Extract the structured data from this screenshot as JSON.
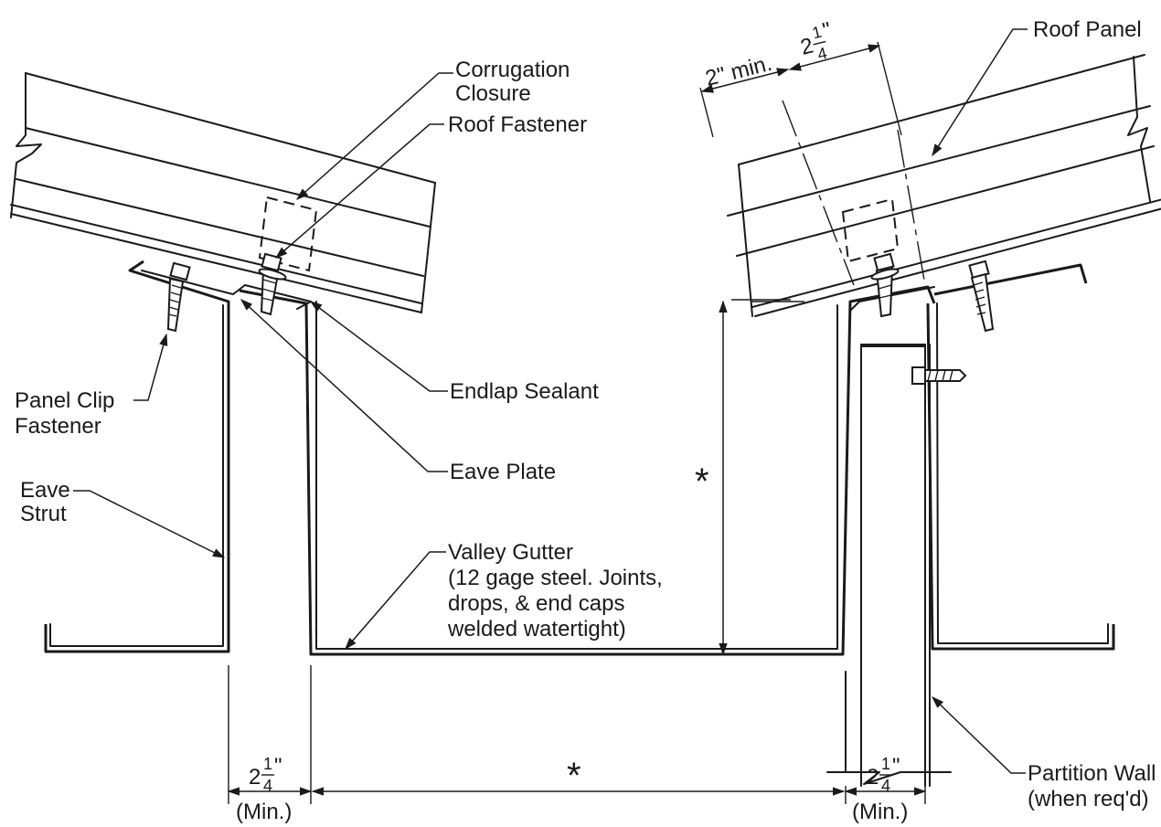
{
  "labels": {
    "corrugation_closure_1": "Corrugation",
    "corrugation_closure_2": "Closure",
    "roof_fastener": "Roof Fastener",
    "roof_panel": "Roof Panel",
    "panel_clip_fastener_1": "Panel Clip",
    "panel_clip_fastener_2": "Fastener",
    "endlap_sealant": "Endlap Sealant",
    "eave_plate": "Eave Plate",
    "eave_strut_1": "Eave",
    "eave_strut_2": "Strut",
    "valley_gutter_1": "Valley Gutter",
    "valley_gutter_2": "(12 gage steel. Joints,",
    "valley_gutter_3": "drops, & end caps",
    "valley_gutter_4": "welded watertight)",
    "partition_wall_1": "Partition Wall",
    "partition_wall_2": "(when req'd)"
  },
  "dimensions": {
    "two_min": "2\" min.",
    "whole": "2",
    "numerator": "1",
    "denominator": "4",
    "inch": "\"",
    "min_label": "(Min.)",
    "variable_marker": "*"
  }
}
